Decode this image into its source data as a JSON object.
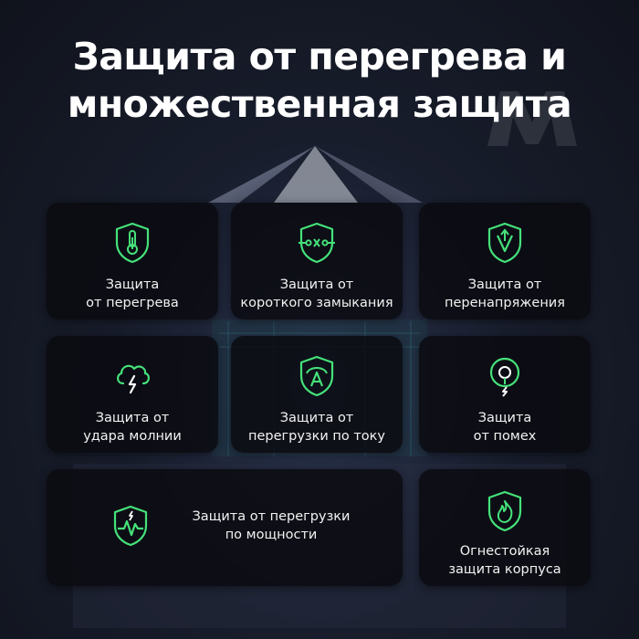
{
  "title": {
    "line1": "Защита от перегрева и",
    "line2": "множественная защита"
  },
  "colors": {
    "accent": "#45e27a",
    "card_background": "#0b0c11",
    "page_background": "#181d2c",
    "text": "#ffffff"
  },
  "features": [
    {
      "label": "Защита\nот перегрева",
      "icon": "thermometer-shield-icon"
    },
    {
      "label": "Защита от\nкороткого замыкания",
      "icon": "short-circuit-shield-icon"
    },
    {
      "label": "Защита от\nперенапряжения",
      "icon": "voltage-shield-icon"
    },
    {
      "label": "Защита от\nудара молнии",
      "icon": "lightning-cloud-icon"
    },
    {
      "label": "Защита от\nперегрузки по току",
      "icon": "ampere-shield-icon"
    },
    {
      "label": "Защита\nот помех",
      "icon": "interference-signal-icon"
    },
    {
      "label": "Защита от перегрузки\nпо мощности",
      "icon": "power-pulse-shield-icon"
    },
    {
      "label": "Огнестойкая\nзащита корпуса",
      "icon": "flame-shield-icon"
    }
  ]
}
